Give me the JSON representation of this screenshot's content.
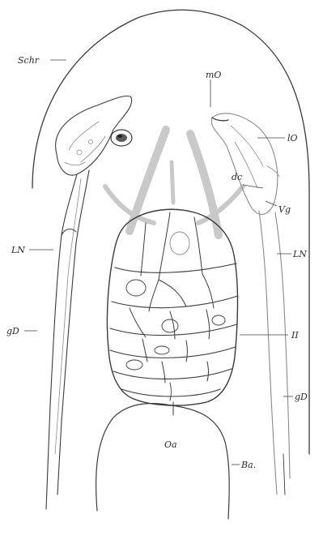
{
  "labels": {
    "schr": "Schr",
    "mo": "mO",
    "lo": "lO",
    "dc": "dc",
    "vg": "Vg",
    "ln_left": "LN",
    "ln_right": "LN",
    "gd_left": "gD",
    "gd_right": "gD",
    "ii": "II",
    "oa": "Oa",
    "ba": "Ba."
  }
}
